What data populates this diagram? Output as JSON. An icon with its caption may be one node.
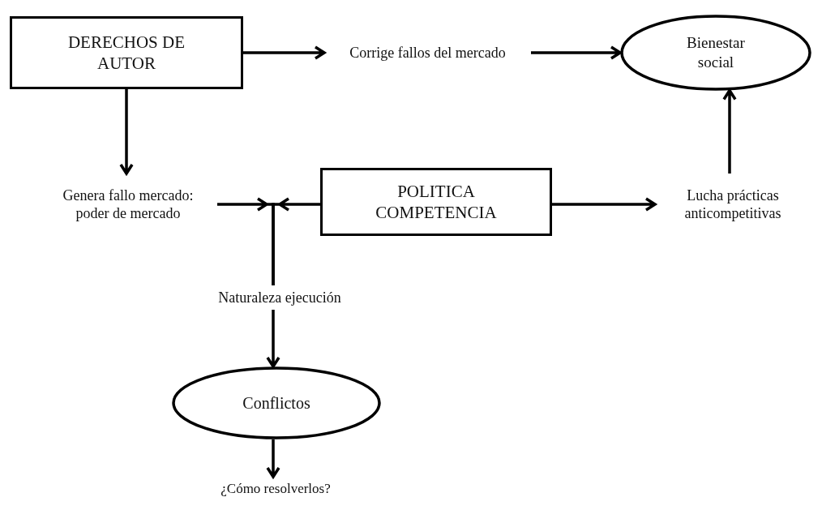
{
  "diagram": {
    "nodes": [
      {
        "text": [
          "DERECHOS DE AUTOR"
        ]
      },
      {
        "text": [
          "Corrige fallos del mercado"
        ]
      },
      {
        "text": [
          "Bienestar social"
        ]
      },
      {
        "text": [
          "Genera fallo mercado: poder de mercado"
        ]
      },
      {
        "text": [
          "POLITICA COMPETENCIA"
        ]
      },
      {
        "text": [
          "Lucha prácticas anticompetitivas"
        ]
      },
      {
        "text": [
          "Naturaleza ejecución"
        ]
      },
      {
        "text": [
          "Conflictos"
        ]
      },
      {
        "text": [
          "¿Cómo resolverlos?"
        ]
      }
    ],
    "edges": [
      {
        "from": 0,
        "to": 1,
        "arrow": "to"
      },
      {
        "from": 1,
        "to": 2,
        "arrow": "to"
      },
      {
        "from": 0,
        "to": 3,
        "arrow": "to"
      },
      {
        "from": 3,
        "to": 6,
        "arrow": "to"
      },
      {
        "from": 4,
        "to": 6,
        "arrow": "to"
      },
      {
        "from": 4,
        "to": 5,
        "arrow": "to"
      },
      {
        "from": 5,
        "to": 2,
        "arrow": "to"
      },
      {
        "from": 6,
        "to": 7,
        "arrow": "to"
      },
      {
        "from": 7,
        "to": 8,
        "arrow": "to"
      }
    ]
  }
}
